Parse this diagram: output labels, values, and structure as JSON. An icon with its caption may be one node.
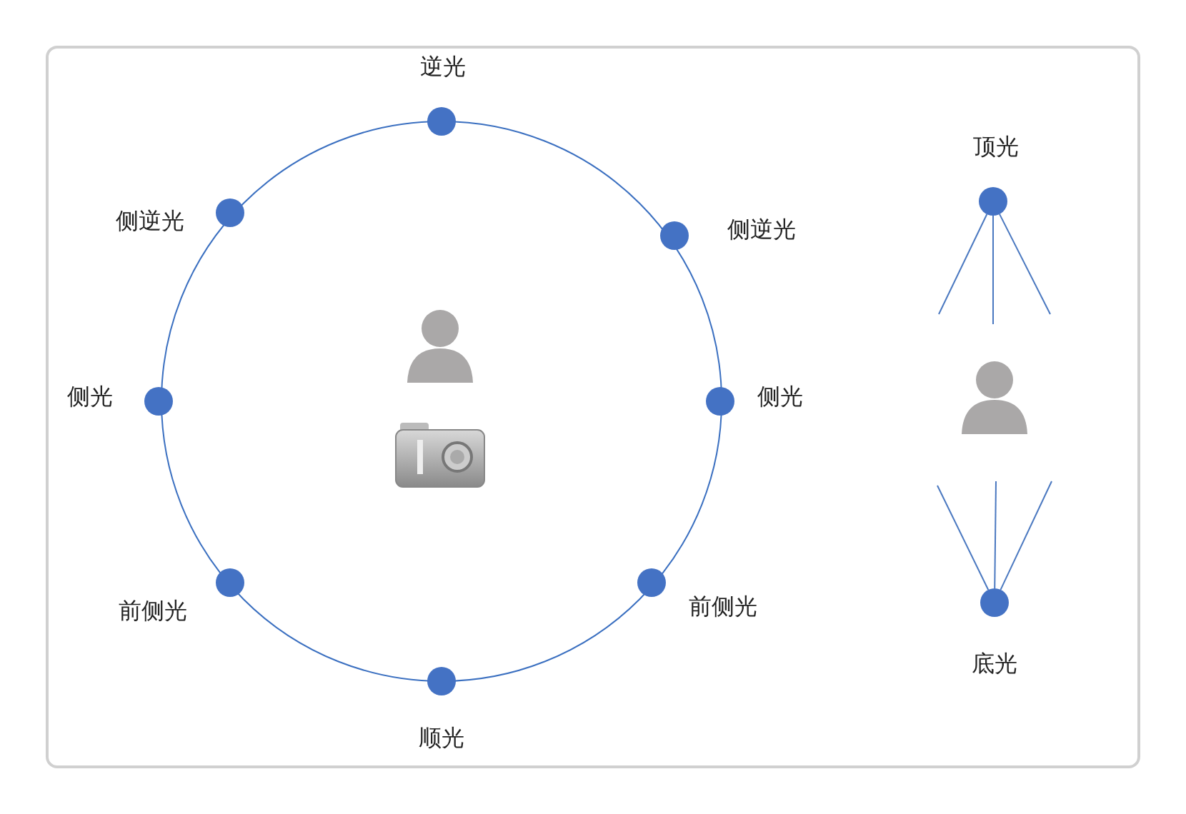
{
  "diagram": {
    "nodes": [
      {
        "text": [
          "逆光"
        ]
      },
      {
        "text": [
          "侧逆光"
        ]
      },
      {
        "text": [
          "侧逆光"
        ]
      },
      {
        "text": [
          "顶光"
        ]
      },
      {
        "text": [
          "侧光"
        ]
      },
      {
        "text": [
          "侧光"
        ]
      },
      {
        "text": [
          "前侧光"
        ]
      },
      {
        "text": [
          "前侧光"
        ]
      },
      {
        "text": [
          "底光"
        ]
      },
      {
        "text": [
          "顺光"
        ]
      }
    ],
    "edges": [
      {
        "from": 3,
        "to": null,
        "arrow": "none"
      },
      {
        "from": 3,
        "to": null,
        "arrow": "none"
      },
      {
        "from": 3,
        "to": null,
        "arrow": "none"
      },
      {
        "from": 8,
        "to": null,
        "arrow": "none"
      },
      {
        "from": 8,
        "to": null,
        "arrow": "none"
      },
      {
        "from": 8,
        "to": null,
        "arrow": "none"
      }
    ]
  }
}
